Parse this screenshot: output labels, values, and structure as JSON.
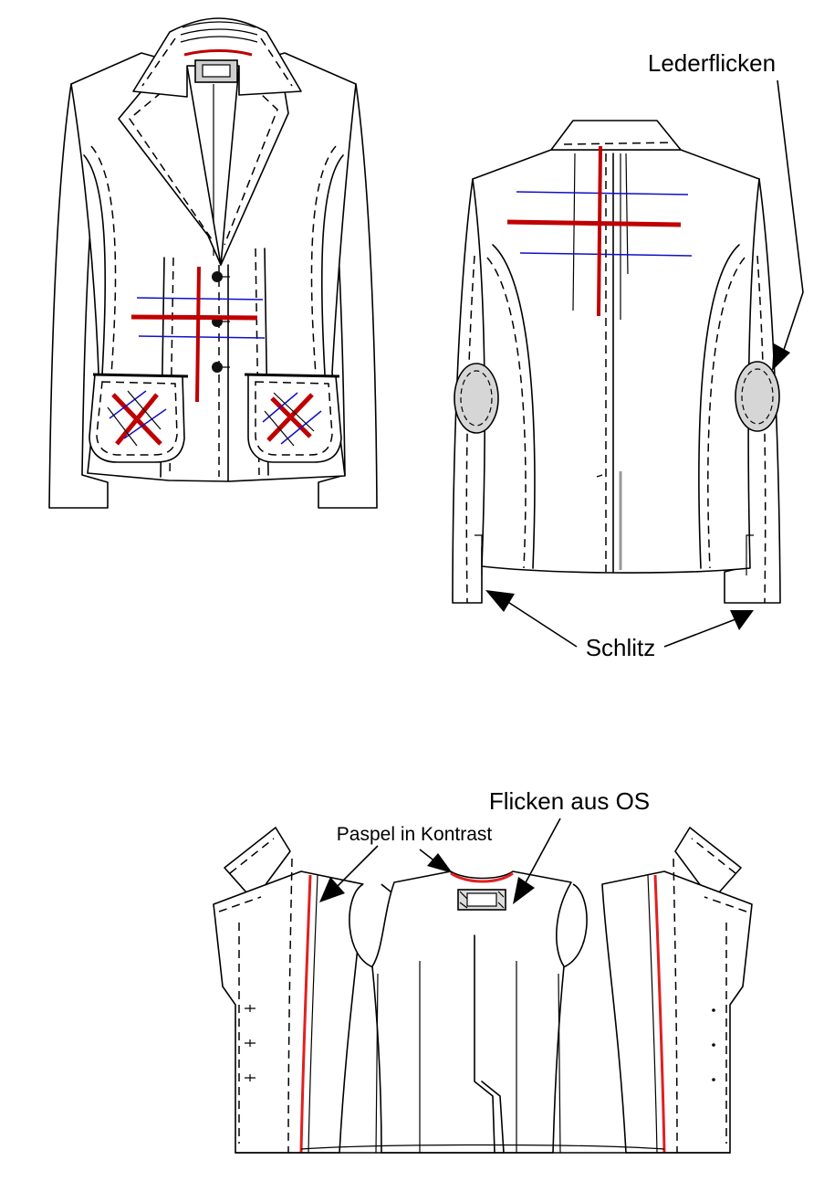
{
  "labels": {
    "leather_patches": "Lederflicken",
    "slits": "Schlitz",
    "patch_from_outer_fabric": "Flicken aus OS",
    "contrast_piping": "Paspel in Kontrast"
  },
  "colors": {
    "line": "#000000",
    "check_red": "#c00000",
    "check_blue": "#1010c8",
    "patch_grey": "#d6d6d6",
    "piping_red": "#e02020"
  }
}
